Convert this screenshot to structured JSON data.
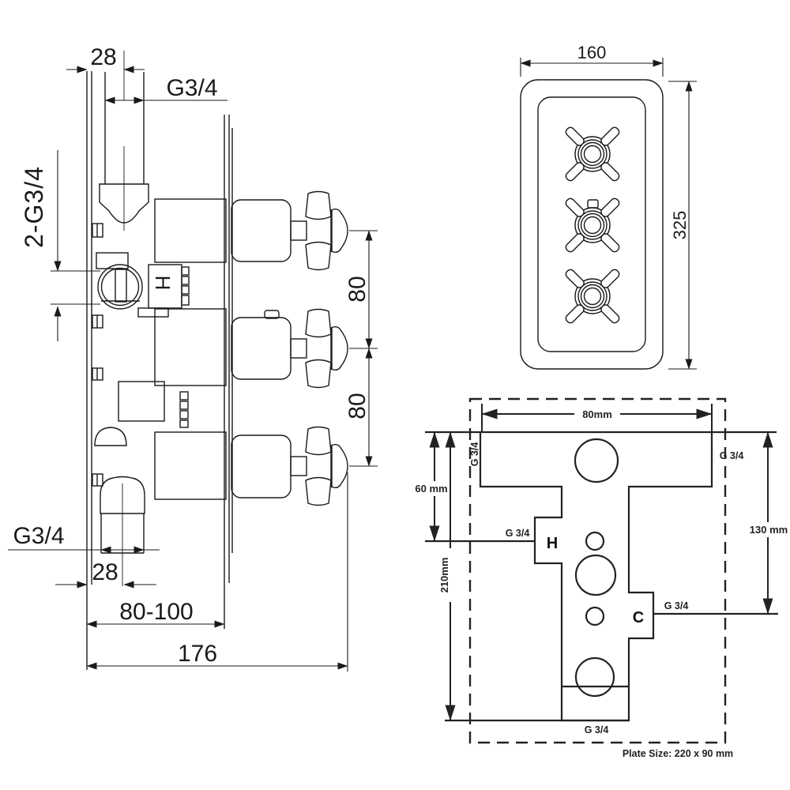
{
  "side": {
    "top_offset": "28",
    "top_thread": "G3/4",
    "dual_inlet": "2-G3/4",
    "spacing_upper": "80",
    "spacing_lower": "80",
    "hot_marker": "H",
    "outlet_thread": "G3/4",
    "outlet_offset": "28",
    "depth_range": "80-100",
    "overall_depth": "176"
  },
  "front": {
    "width": "160",
    "height": "325"
  },
  "template": {
    "width": "80mm",
    "upper_offset": "60 mm",
    "overall_height": "210mm",
    "cold_offset": "130 mm",
    "hot_marker": "H",
    "cold_marker": "C",
    "thread_top_left": "G 3/4",
    "thread_top_right": "G 3/4",
    "thread_hot": "G 3/4",
    "thread_cold": "G 3/4",
    "thread_bottom": "G 3/4",
    "plate_size": "Plate Size: 220 x 90 mm"
  }
}
